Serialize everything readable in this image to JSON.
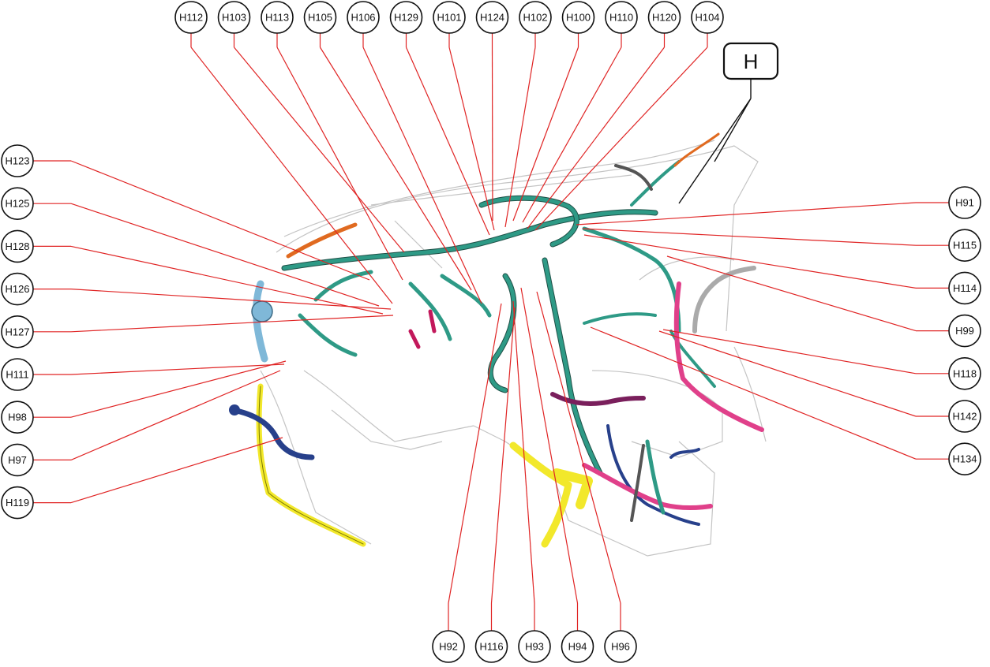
{
  "group_box": {
    "label": "H"
  },
  "colors": {
    "leader": "#e02424",
    "harness_teal": "#2e9a86",
    "harness_dark": "#1f4f46",
    "yellow": "#f2e82b",
    "pink": "#e0408a",
    "navy": "#27408b",
    "orange": "#e06a20",
    "light_blue": "#7fb8d8",
    "gray": "#aaaaaa"
  },
  "callouts_top": [
    "H112",
    "H103",
    "H113",
    "H105",
    "H106",
    "H129",
    "H101",
    "H124",
    "H102",
    "H100",
    "H110",
    "H120",
    "H104"
  ],
  "callouts_left": [
    "H123",
    "H125",
    "H128",
    "H126",
    "H127",
    "H111",
    "H98",
    "H97",
    "H119"
  ],
  "callouts_right": [
    "H91",
    "H115",
    "H114",
    "H99",
    "H118",
    "H142",
    "H134"
  ],
  "callouts_bottom": [
    "H92",
    "H116",
    "H93",
    "H94",
    "H96"
  ]
}
